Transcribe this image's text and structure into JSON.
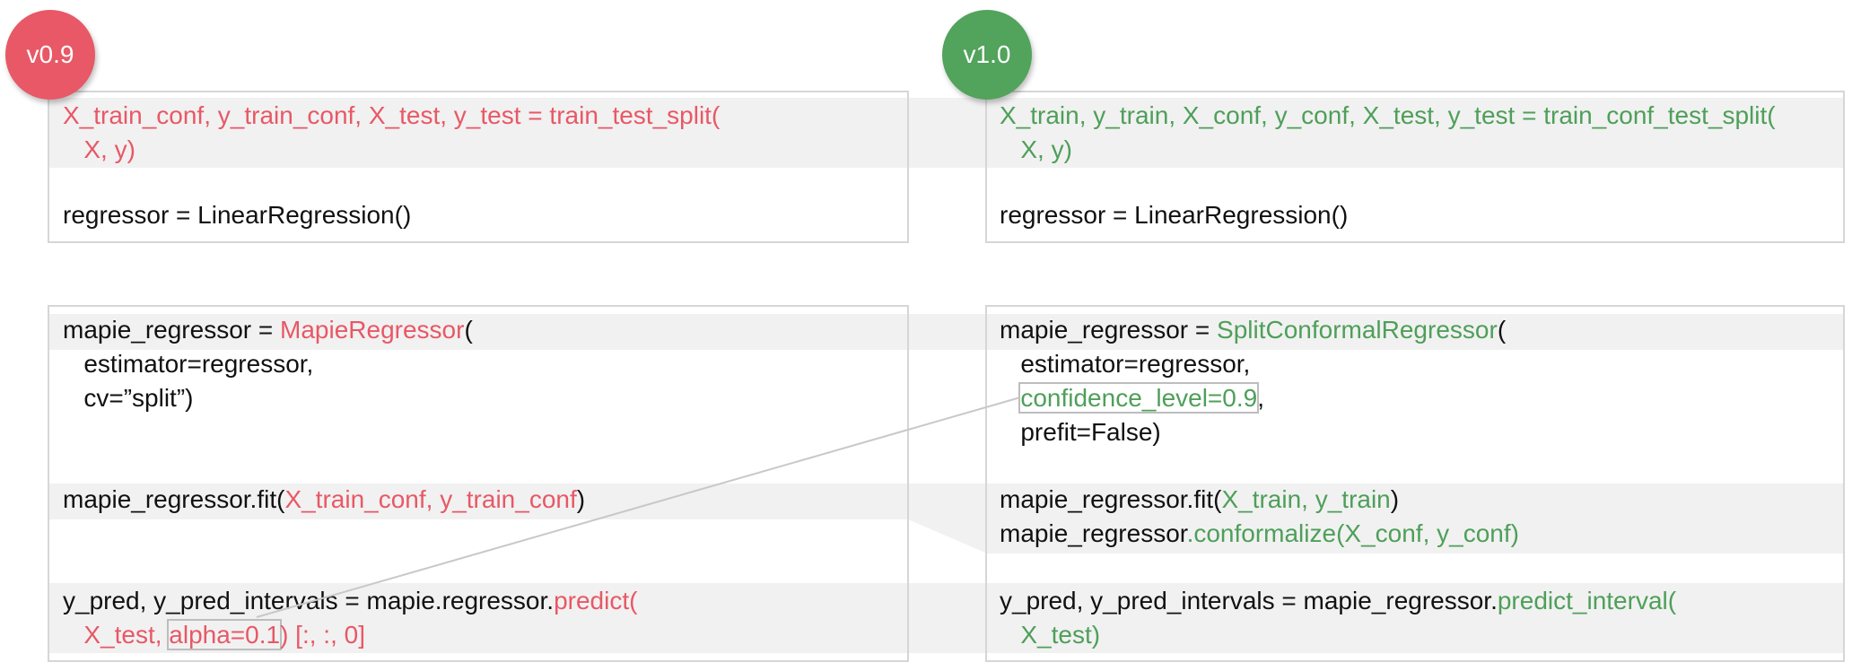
{
  "colors": {
    "old_accent": "#e85866",
    "new_accent": "#4e9f59",
    "band": "#f1f1f1",
    "border": "#d6d6d6"
  },
  "badges": {
    "old": "v0.9",
    "new": "v1.0"
  },
  "left": {
    "split": {
      "l1": "X_train_conf, y_train_conf, X_test, y_test = train_test_split(",
      "l2": "X, y)"
    },
    "regressor": "regressor = LinearRegression()",
    "init": {
      "prefix": "mapie_regressor = ",
      "class": "MapieRegressor",
      "paren": "(",
      "l2": "estimator=regressor,",
      "l3": "cv=”split”)"
    },
    "fit": {
      "prefix": "mapie_regressor.fit(",
      "args": "X_train_conf, y_train_conf",
      "suffix": ")"
    },
    "predict": {
      "prefix": "y_pred, y_pred_intervals = mapie.regressor.",
      "method": "predict(",
      "l2_a": "X_test, ",
      "l2_alpha": "alpha=0.1",
      "l2_b": ") [:, :, 0]"
    }
  },
  "right": {
    "split": {
      "l1": "X_train, y_train, X_conf, y_conf, X_test, y_test = train_conf_test_split(",
      "l2": "X, y)"
    },
    "regressor": "regressor = LinearRegression()",
    "init": {
      "prefix": "mapie_regressor = ",
      "class": "SplitConformalRegressor",
      "paren": "(",
      "l2": "estimator=regressor,",
      "l3_conf": "confidence_level=0.9",
      "l3_comma": ",",
      "l4": "prefit=False)"
    },
    "fit": {
      "prefix": "mapie_regressor.fit(",
      "args": "X_train, y_train",
      "suffix": ")",
      "l2_prefix": "mapie_regressor",
      "l2_method": ".conformalize(X_conf, y_conf)"
    },
    "predict": {
      "prefix": "y_pred, y_pred_intervals = mapie_regressor.",
      "method": "predict_interval(",
      "l2": "X_test)"
    }
  }
}
